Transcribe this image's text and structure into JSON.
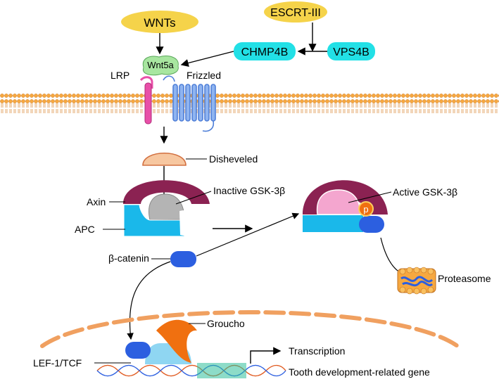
{
  "labels": {
    "wnts": "WNTs",
    "escrt": "ESCRT-III",
    "chmp4b": "CHMP4B",
    "vps4b": "VPS4B",
    "wnt5a": "Wnt5a",
    "lrp": "LRP",
    "frizzled": "Frizzled",
    "disheveled": "Disheveled",
    "axin": "Axin",
    "inactive_gsk": "Inactive GSK-3β",
    "active_gsk": "Active GSK-3β",
    "p": "p",
    "apc": "APC",
    "beta_catenin": "β-catenin",
    "proteasome": "Proteasome",
    "groucho": "Groucho",
    "transcription": "Transcription",
    "lef": "LEF-1/TCF",
    "gene": "Tooth development-related gene"
  },
  "colors": {
    "yellow_oval": "#f5d34a",
    "cyan_box": "#22e0e6",
    "membrane": "#f0a03c",
    "axin": "#8b2252",
    "apc": "#1ab8ea",
    "beta_catenin": "#2c5fe0",
    "disheveled": "#f7c7a0",
    "inactive_gsk": "#b4b4b4",
    "active_gsk": "#f4a6cf",
    "groucho": "#f07010",
    "lef": "#8fd6f2",
    "frizzled": "#6f9ce8",
    "lrp": "#e84fa8"
  }
}
